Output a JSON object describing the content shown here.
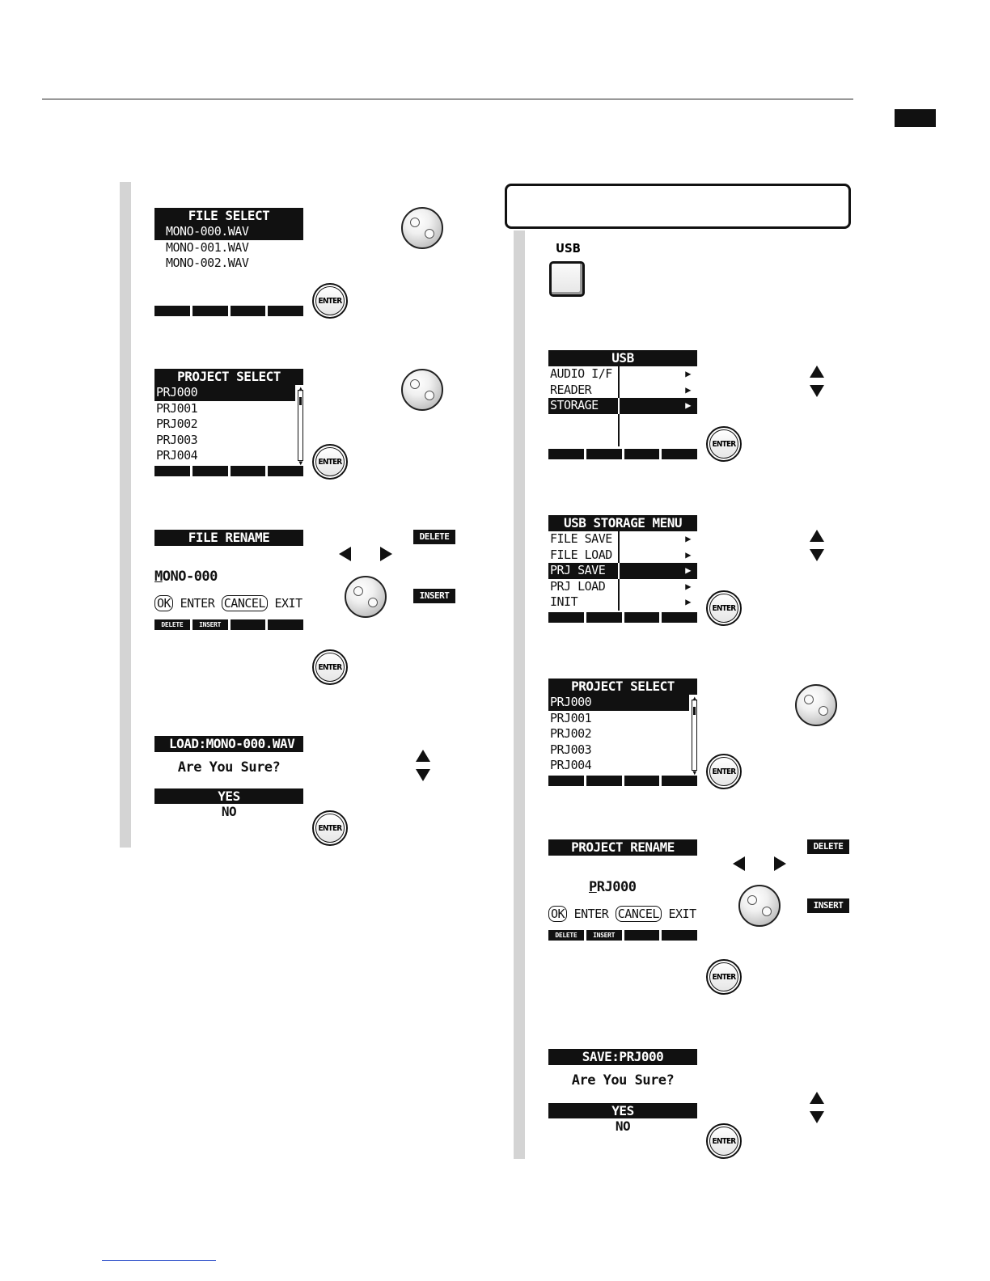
{
  "left": {
    "file_select": {
      "title": "FILE SELECT",
      "items": [
        "MONO-000.WAV",
        "MONO-001.WAV",
        "MONO-002.WAV"
      ]
    },
    "project_select": {
      "title": "PROJECT SELECT",
      "items": [
        "PRJ000",
        "PRJ001",
        "PRJ002",
        "PRJ003",
        "PRJ004"
      ]
    },
    "file_rename": {
      "title": "FILE RENAME",
      "name_first": "M",
      "name_rest": "ONO-000",
      "ok": "OK",
      "enter": "ENTER",
      "cancel": "CANCEL",
      "exit": "EXIT",
      "softkey_delete": "DELETE",
      "softkey_insert": "INSERT"
    },
    "load_confirm": {
      "title": "LOAD:MONO-000.WAV",
      "question": "Are You Sure?",
      "yes": "YES",
      "no": "NO"
    }
  },
  "right": {
    "usb_label": "USB",
    "usb_menu": {
      "title": "USB",
      "items": [
        "AUDIO I/F",
        "READER",
        "STORAGE"
      ]
    },
    "storage_menu": {
      "title": "USB STORAGE MENU",
      "items": [
        "FILE SAVE",
        "FILE LOAD",
        "PRJ SAVE",
        "PRJ LOAD",
        "INIT"
      ]
    },
    "project_select": {
      "title": "PROJECT SELECT",
      "items": [
        "PRJ000",
        "PRJ001",
        "PRJ002",
        "PRJ003",
        "PRJ004"
      ]
    },
    "project_rename": {
      "title": "PROJECT RENAME",
      "name_first": "P",
      "name_rest": "RJ000",
      "ok": "OK",
      "enter": "ENTER",
      "cancel": "CANCEL",
      "exit": "EXIT",
      "softkey_delete": "DELETE",
      "softkey_insert": "INSERT"
    },
    "save_confirm": {
      "title": "SAVE:PRJ000",
      "question": "Are You Sure?",
      "yes": "YES",
      "no": "NO"
    }
  },
  "keys": {
    "enter": "ENTER",
    "delete": "DELETE",
    "insert": "INSERT"
  }
}
